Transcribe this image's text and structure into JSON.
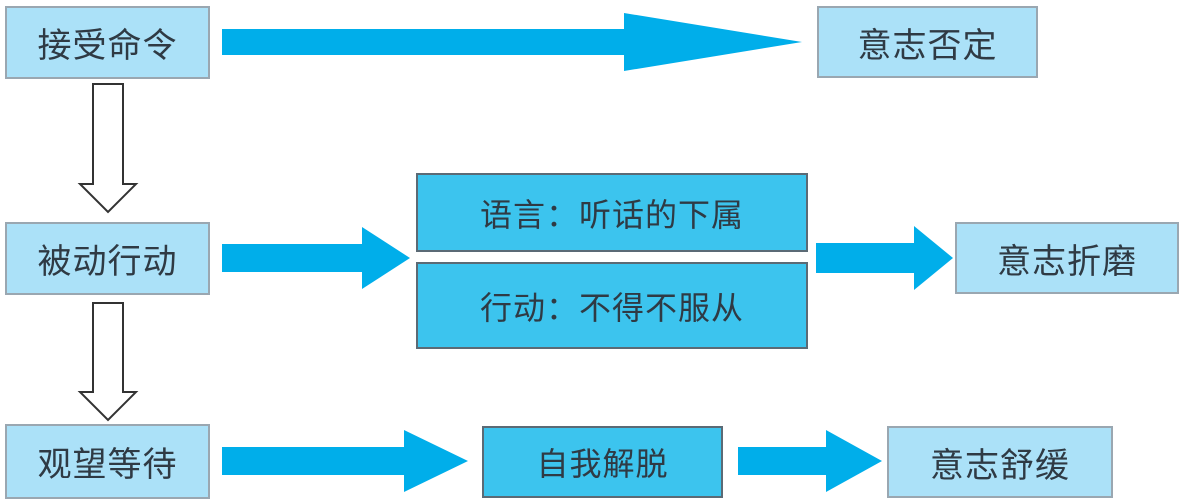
{
  "colors": {
    "light_box_fill": "#abe1f8",
    "dark_box_fill": "#3cc4ee",
    "flow_arrow": "#00aeea",
    "down_arrow_stroke": "#333333"
  },
  "nodes": {
    "accept_command": "接受命令",
    "will_denial": "意志否定",
    "passive_action": "被动行动",
    "speech_listen_superior": "语言：听话的下属",
    "action_must_obey": "行动：不得不服从",
    "will_torment": "意志折磨",
    "wait_and_see": "观望等待",
    "self_relief": "自我解脱",
    "will_relief": "意志舒缓"
  }
}
